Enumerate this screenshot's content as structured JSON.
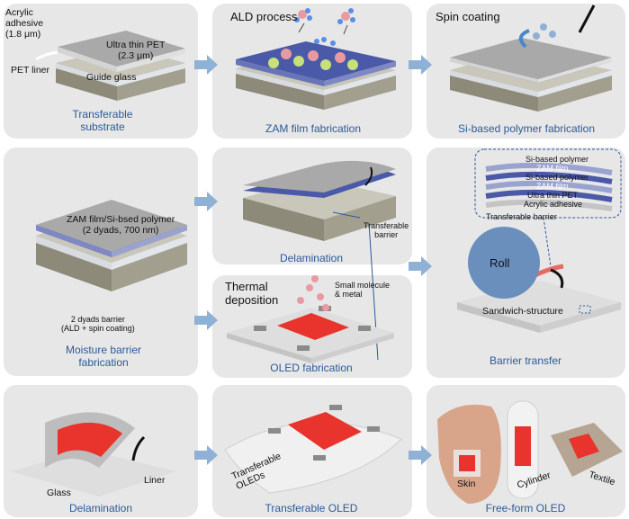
{
  "panels": {
    "transferable_substrate": {
      "caption": "Transferable\nsubstrate",
      "acrylic": "Acrylic\nadhesive\n(1.8 μm)",
      "pet_liner": "PET liner",
      "ultra_thin_pet": "Ultra thin PET\n(2.3 μm)",
      "guide_glass": "Guide glass"
    },
    "zam_film": {
      "title": "ALD process",
      "caption": "ZAM film fabrication"
    },
    "si_polymer": {
      "title": "Spin coating",
      "caption": "Si-based polymer fabrication"
    },
    "moisture_barrier": {
      "stack_label": "ZAM film/Si-bsed polymer\n(2 dyads, 700 nm)",
      "dyads": "2 dyads barrier\n(ALD + spin coating)",
      "caption": "Moisture barrier\nfabrication"
    },
    "delamination_top": {
      "caption": "Delamination",
      "barrier_label": "Transferable\nbarrier"
    },
    "oled_fab": {
      "title": "Thermal\ndeposition",
      "molecules": "Small molecule\n& metal",
      "caption": "OLED fabrication"
    },
    "barrier_transfer": {
      "layers": [
        "Si-based polymer",
        "ZAM film",
        "Si-based polymer",
        "ZAM film",
        "Ultra thin PET",
        "Acrylic adhesive"
      ],
      "transferable_barrier": "Transferable barrier",
      "roll": "Roll",
      "sandwich": "Sandwich-structure",
      "caption": "Barrier transfer"
    },
    "delamination_bottom": {
      "glass": "Glass",
      "liner": "Liner",
      "caption": "Delamination"
    },
    "transferable_oled": {
      "label": "Transferable\nOLEDs",
      "caption": "Transferable OLED"
    },
    "free_form": {
      "skin": "Skin",
      "cylinder": "Cylinder",
      "textile": "Textile",
      "caption": "Free-form OLED"
    }
  },
  "colors": {
    "panel_bg": "#e7e7e7",
    "arrow": "#8fb1d6",
    "caption": "#2b5a9a",
    "oled_red": "#e8342c",
    "zam_blue": "#4a59a8",
    "glass_base": "#a39f8f"
  }
}
